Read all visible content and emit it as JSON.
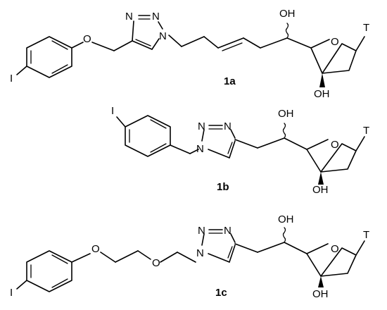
{
  "compounds": [
    {
      "label": "1a",
      "atoms": {
        "iodine": "I",
        "ether_o": "O",
        "triazole_n1": "N",
        "triazole_n2": "N",
        "triazole_n3": "N",
        "side_oh": "OH",
        "ring_o": "O",
        "base": "T",
        "ring_oh": "OH"
      }
    },
    {
      "label": "1b",
      "atoms": {
        "iodine": "I",
        "triazole_n1": "N",
        "triazole_n2": "N",
        "triazole_n3": "N",
        "side_oh": "OH",
        "ring_o": "O",
        "base": "T",
        "ring_oh": "OH"
      }
    },
    {
      "label": "1c",
      "atoms": {
        "iodine": "I",
        "ether_o1": "O",
        "ether_o2": "O",
        "triazole_n1": "N",
        "triazole_n2": "N",
        "triazole_n3": "N",
        "side_oh": "OH",
        "ring_o": "O",
        "base": "T",
        "ring_oh": "OH"
      }
    }
  ]
}
